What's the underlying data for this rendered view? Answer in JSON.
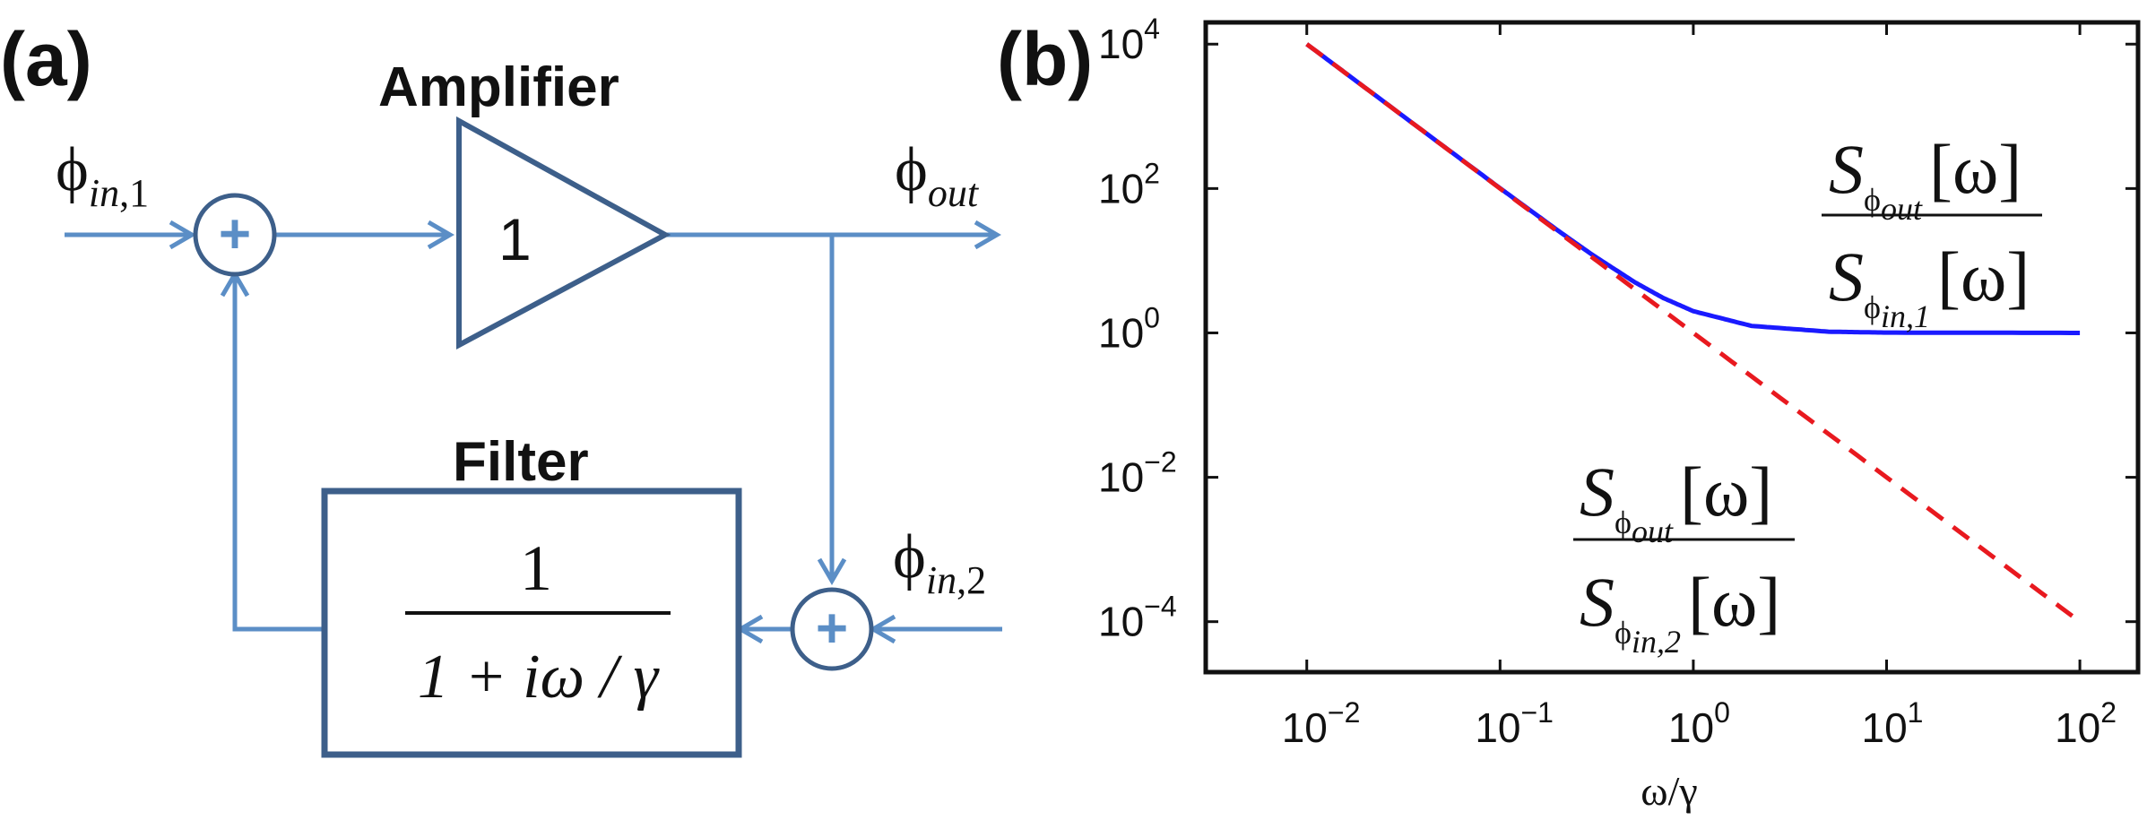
{
  "panel_a": {
    "label": "(a)",
    "amplifier": {
      "title": "Amplifier",
      "gain": "1"
    },
    "filter": {
      "title": "Filter",
      "numerator": "1",
      "denominator": "1 + iω / γ"
    },
    "inputs": {
      "in1": {
        "symbol": "ϕ",
        "sub": "in",
        "index": ",1"
      },
      "in2": {
        "symbol": "ϕ",
        "sub": "in",
        "index": ",2"
      }
    },
    "output": {
      "symbol": "ϕ",
      "sub": "out"
    },
    "summer_symbol": "+",
    "colors": {
      "wire": "#5b8ec6",
      "block": "#3d5f8a"
    }
  },
  "panel_b": {
    "label": "(b)",
    "xlabel": "ω/γ",
    "annotations": {
      "upper": {
        "num_S": "S",
        "num_sub": "ϕ",
        "num_subsub": "out",
        "num_arg": "[ω]",
        "den_S": "S",
        "den_sub": "ϕ",
        "den_subsub": "in,1",
        "den_arg": "[ω]"
      },
      "lower": {
        "num_S": "S",
        "num_sub": "ϕ",
        "num_subsub": "out",
        "num_arg": "[ω]",
        "den_S": "S",
        "den_sub": "ϕ",
        "den_subsub": "in,2",
        "den_arg": "[ω]"
      }
    }
  },
  "chart_data": {
    "type": "line",
    "x_scale": "log",
    "y_scale": "log",
    "xlim": [
      0.003,
      200
    ],
    "ylim": [
      2e-05,
      20000
    ],
    "x_ticks": [
      {
        "base": "10",
        "exp": "−2",
        "value": 0.01
      },
      {
        "base": "10",
        "exp": "−1",
        "value": 0.1
      },
      {
        "base": "10",
        "exp": "0",
        "value": 1
      },
      {
        "base": "10",
        "exp": "1",
        "value": 10
      },
      {
        "base": "10",
        "exp": "2",
        "value": 100
      }
    ],
    "y_ticks": [
      {
        "base": "10",
        "exp": "4",
        "value": 10000
      },
      {
        "base": "10",
        "exp": "2",
        "value": 100
      },
      {
        "base": "10",
        "exp": "0",
        "value": 1
      },
      {
        "base": "10",
        "exp": "−2",
        "value": 0.01
      },
      {
        "base": "10",
        "exp": "−4",
        "value": 0.0001
      }
    ],
    "series": [
      {
        "color": "#1a1aff",
        "style": "solid",
        "x": [
          0.01,
          0.02,
          0.05,
          0.1,
          0.2,
          0.3,
          0.5,
          0.7,
          1,
          2,
          5,
          10,
          100
        ],
        "y": [
          10001,
          2501,
          401,
          101,
          26,
          12.1,
          5,
          3.04,
          2,
          1.25,
          1.04,
          1.01,
          1.0001
        ]
      },
      {
        "color": "#e8191f",
        "style": "dashed",
        "x": [
          0.01,
          0.1,
          1,
          10,
          100
        ],
        "y": [
          10000,
          100,
          1,
          0.01,
          0.0001
        ]
      }
    ],
    "grid": false
  }
}
